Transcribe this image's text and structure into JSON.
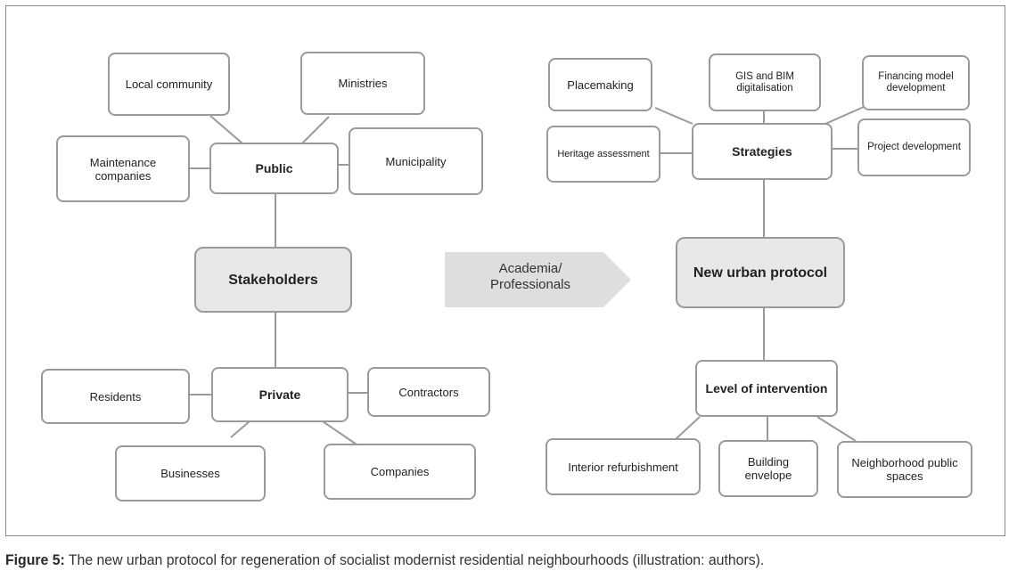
{
  "diagram": {
    "left": {
      "hub": "Stakeholders",
      "public": {
        "label": "Public",
        "children": [
          "Local community",
          "Ministries",
          "Maintenance companies",
          "Municipality"
        ]
      },
      "private": {
        "label": "Private",
        "children": [
          "Residents",
          "Contractors",
          "Businesses",
          "Companies"
        ]
      }
    },
    "arrow": {
      "line1": "Academia/",
      "line2": "Professionals"
    },
    "right": {
      "hub": "New urban protocol",
      "strategies": {
        "label": "Strategies",
        "children": [
          "Placemaking",
          "GIS and BIM digitalisation",
          "Financing model development",
          "Heritage assessment",
          "Project development"
        ]
      },
      "level": {
        "label": "Level of intervention",
        "children": [
          "Interior refurbishment",
          "Building envelope",
          "Neighborhood public spaces"
        ]
      }
    }
  },
  "caption": {
    "label": "Figure 5:",
    "text": " The new urban protocol for regeneration of socialist modernist residential neighbourhoods (illustration: authors)."
  },
  "colors": {
    "border": "#9a9a9a",
    "hub_fill": "#e8e8e8",
    "arrow_fill": "#dedede"
  }
}
